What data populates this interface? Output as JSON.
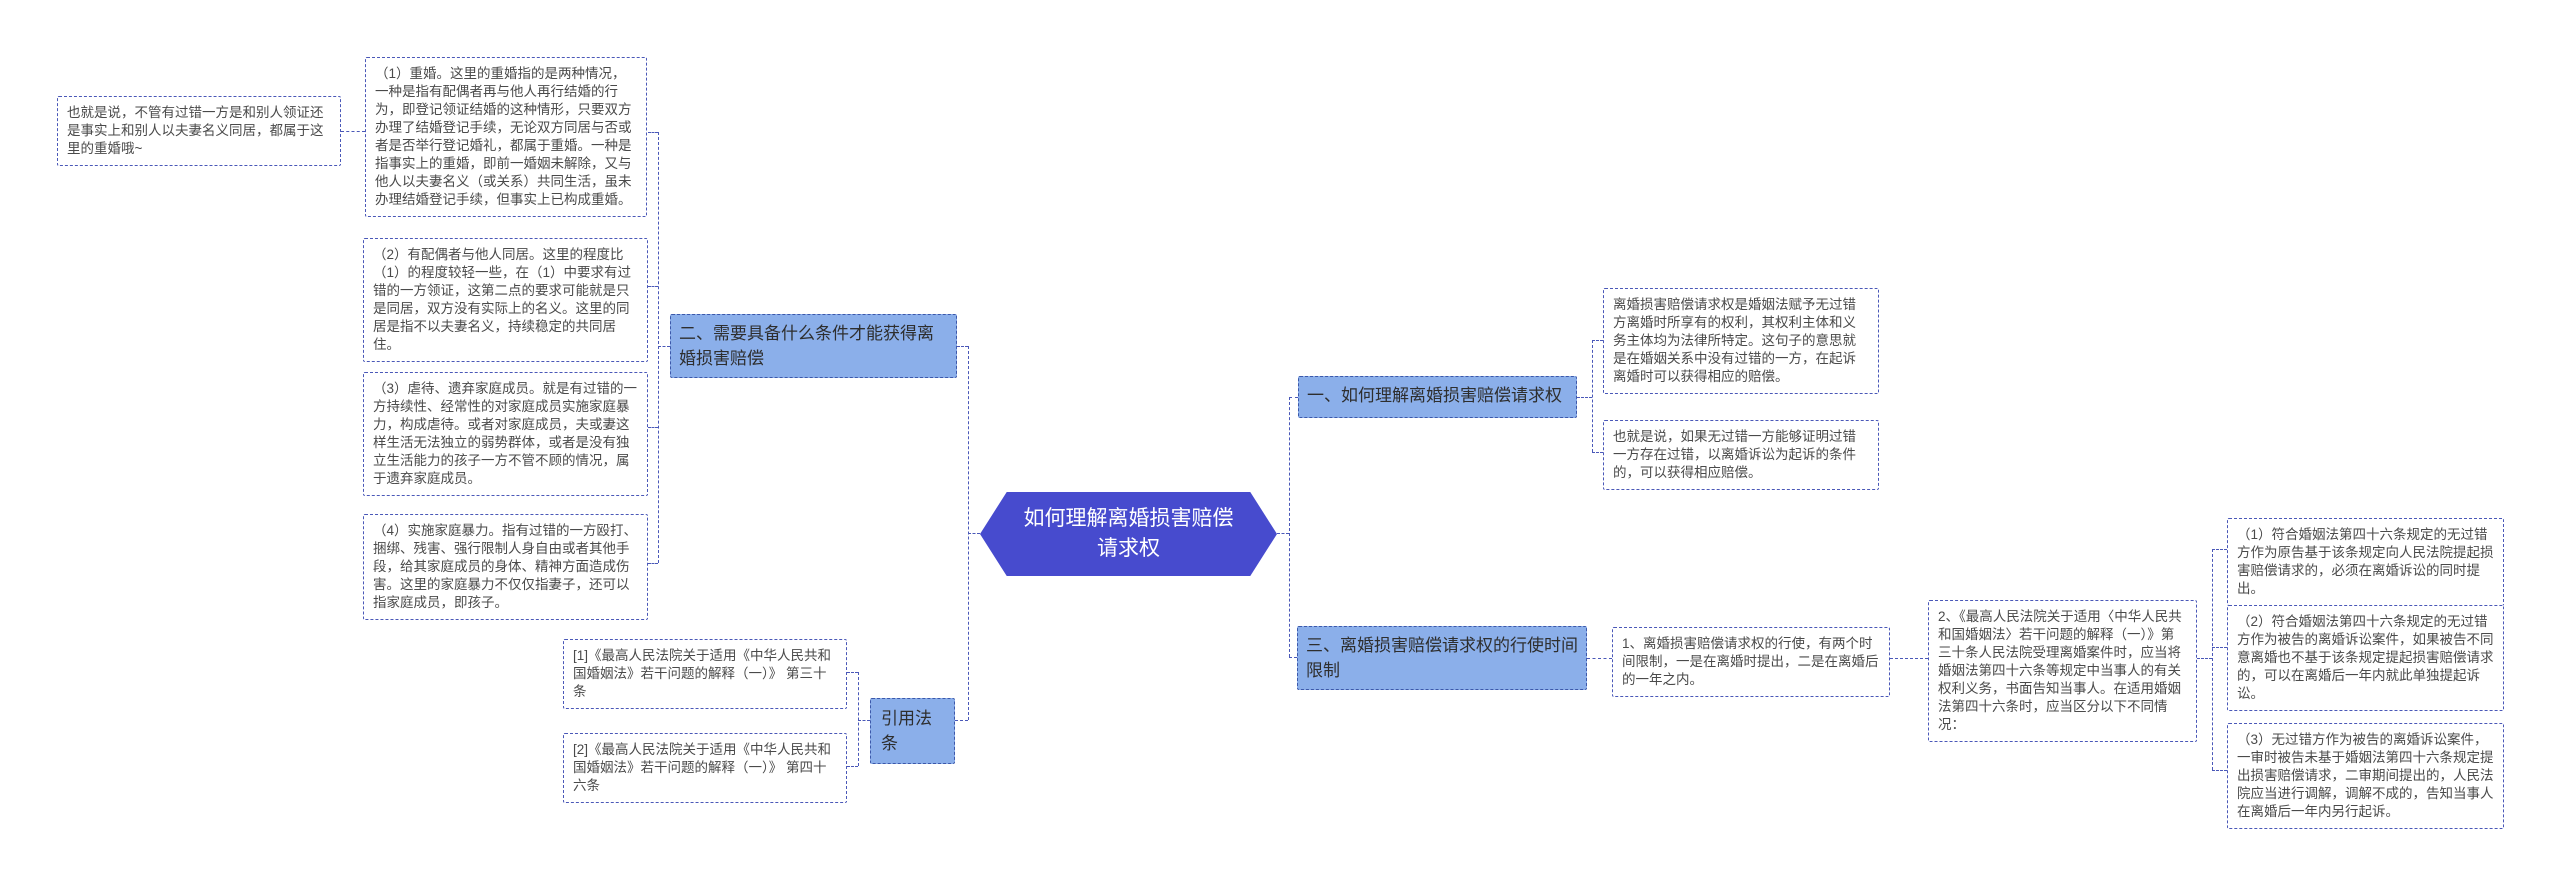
{
  "colors": {
    "canvas_bg": "#ffffff",
    "line_color": "#4a58b8",
    "box_border": "#4a58b8",
    "box_text": "#4a4a4a",
    "topic_fill": "#8bafea",
    "topic_border": "#3c58aa",
    "center_fill": "#474bce",
    "center_text": "#ffffff"
  },
  "center": {
    "label": "如何理解离婚损害赔偿请求权"
  },
  "branch_one": {
    "label": "一、如何理解离婚损害赔偿请求权",
    "note1": "离婚损害赔偿请求权是婚姻法赋予无过错方离婚时所享有的权利，其权利主体和义务主体均为法律所特定。这句子的意思就是在婚姻关系中没有过错的一方，在起诉离婚时可以获得相应的赔偿。",
    "note2": "也就是说，如果无过错一方能够证明过错一方存在过错，以离婚诉讼为起诉的条件的，可以获得相应赔偿。"
  },
  "branch_two": {
    "label": "二、需要具备什么条件才能获得离婚损害赔偿",
    "side_note": "也就是说，不管有过错一方是和别人领证还是事实上和别人以夫妻名义同居，都属于这里的重婚哦~",
    "items": [
      "（1）重婚。这里的重婚指的是两种情况，一种是指有配偶者再与他人再行结婚的行为，即登记领证结婚的这种情形，只要双方办理了结婚登记手续，无论双方同居与否或者是否举行登记婚礼，都属于重婚。一种是指事实上的重婚，即前一婚姻未解除，又与他人以夫妻名义（或关系）共同生活，虽未办理结婚登记手续，但事实上已构成重婚。",
      "（2）有配偶者与他人同居。这里的程度比（1）的程度较轻一些，在（1）中要求有过错的一方领证，这第二点的要求可能就是只是同居，双方没有实际上的名义。这里的同居是指不以夫妻名义，持续稳定的共同居住。",
      "（3）虐待、遗弃家庭成员。就是有过错的一方持续性、经常性的对家庭成员实施家庭暴力，构成虐待。或者对家庭成员，夫或妻这样生活无法独立的弱势群体，或者是没有独立生活能力的孩子一方不管不顾的情况，属于遗弃家庭成员。",
      "（4）实施家庭暴力。指有过错的一方殴打、捆绑、残害、强行限制人身自由或者其他手段，给其家庭成员的身体、精神方面造成伤害。这里的家庭暴力不仅仅指妻子，还可以指家庭成员，即孩子。"
    ]
  },
  "branch_three": {
    "label": "三、离婚损害赔偿请求权的行使时间限制",
    "point1": "1、离婚损害赔偿请求权的行使，有两个时间限制，一是在离婚时提出，二是在离婚后的一年之内。",
    "point2": "2、《最高人民法院关于适用〈中华人民共和国婚姻法〉若干问题的解释（一）》第三十条人民法院受理离婚案件时，应当将婚姻法第四十六条等规定中当事人的有关权利义务，书面告知当事人。在适用婚姻法第四十六条时，应当区分以下不同情况：",
    "cases": [
      "（1）符合婚姻法第四十六条规定的无过错方作为原告基于该条规定向人民法院提起损害赔偿请求的，必须在离婚诉讼的同时提出。",
      "（2）符合婚姻法第四十六条规定的无过错方作为被告的离婚诉讼案件，如果被告不同意离婚也不基于该条规定提起损害赔偿请求的，可以在离婚后一年内就此单独提起诉讼。",
      "（3）无过错方作为被告的离婚诉讼案件，一审时被告未基于婚姻法第四十六条规定提出损害赔偿请求，二审期间提出的，人民法院应当进行调解，调解不成的，告知当事人在离婚后一年内另行起诉。"
    ]
  },
  "citations": {
    "label": "引用法条",
    "refs": [
      "[1]《最高人民法院关于适用《中华人民共和国婚姻法》若干问题的解释（一）》 第三十条",
      "[2]《最高人民法院关于适用《中华人民共和国婚姻法》若干问题的解释（一）》 第四十六条"
    ]
  }
}
